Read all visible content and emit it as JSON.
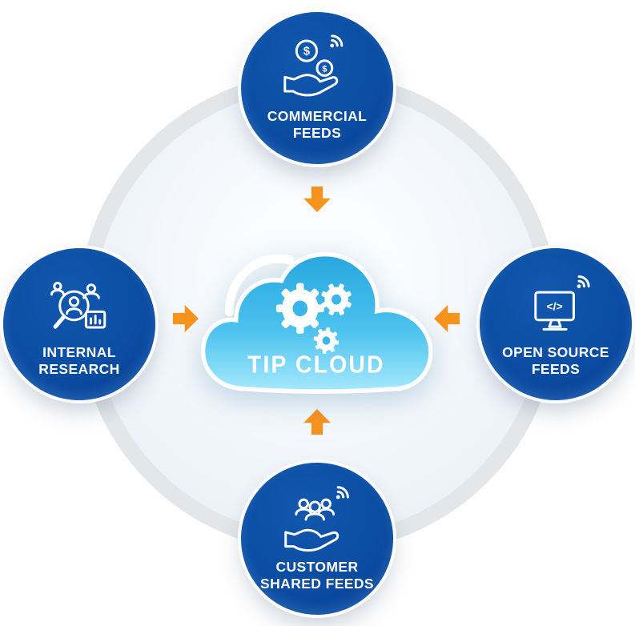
{
  "diagram": {
    "center": {
      "label": "TIP CLOUD"
    },
    "nodes": {
      "top": {
        "lines": [
          "COMMERCIAL",
          "FEEDS"
        ]
      },
      "left": {
        "lines": [
          "INTERNAL",
          "RESEARCH"
        ]
      },
      "right": {
        "lines": [
          "OPEN SOURCE",
          "FEEDS"
        ]
      },
      "bottom": {
        "lines": [
          "CUSTOMER",
          "SHARED FEEDS"
        ]
      }
    },
    "glyphs": {
      "dollar": "$",
      "code": "</>"
    },
    "colors": {
      "node_blue": "#0b4da3",
      "arrow_orange": "#f7941d",
      "cloud_blue": "#29a9e1",
      "cloud_light": "#a6e9fc",
      "ring_gray": "#e3e7ea",
      "text_white": "#ffffff"
    }
  }
}
